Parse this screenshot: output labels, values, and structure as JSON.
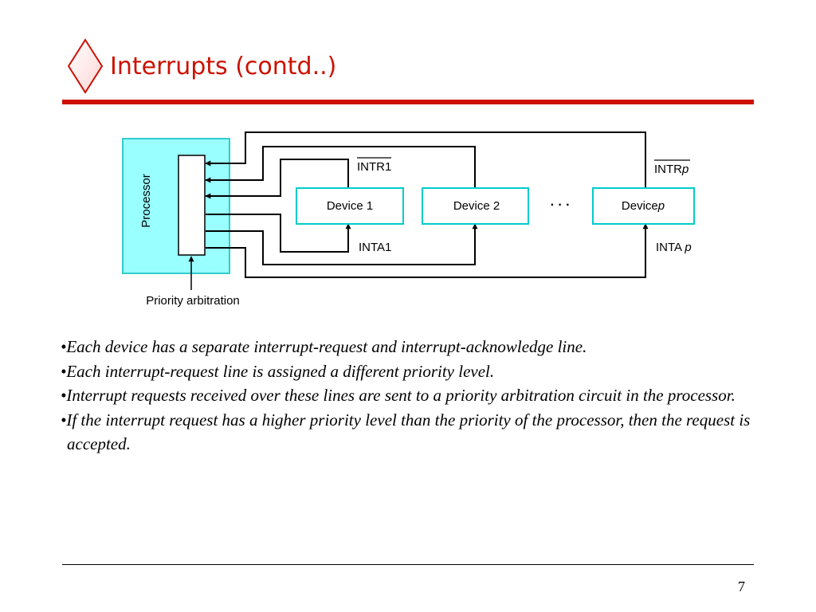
{
  "slide": {
    "title": "Interrupts (contd..)",
    "page_number": "7",
    "accent_color": "#cc1100"
  },
  "diagram": {
    "processor_label": "Processor",
    "arbitration_label": "Priority arbitration",
    "devices": [
      {
        "name": "Device 1"
      },
      {
        "name": "Device 2"
      },
      {
        "name": "Device",
        "suffix": "p"
      }
    ],
    "ellipsis": "· · ·",
    "signals": {
      "intr1": "INTR1",
      "intrp": "INTR",
      "intrp_suffix": "p",
      "inta1": "INTA1",
      "intap": "INTA ",
      "intap_suffix": "p"
    },
    "colors": {
      "processor_fill": "#99ffff",
      "device_border": "#00cccc"
    }
  },
  "bullets": [
    "•Each device has a separate interrupt-request and interrupt-acknowledge line.",
    "•Each interrupt-request line is assigned a different priority level.",
    "•Interrupt requests received over these lines are sent to a priority arbitration circuit in the processor.",
    "•If the interrupt request has a higher priority level than the priority of the processor, then the request is accepted."
  ]
}
